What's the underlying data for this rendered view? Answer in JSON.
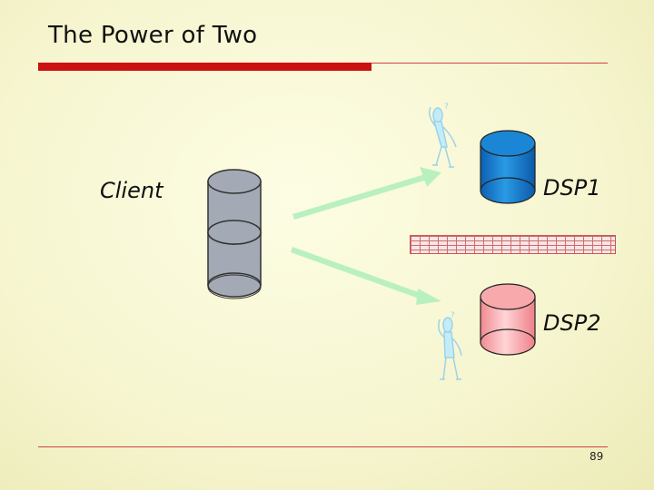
{
  "slide": {
    "title": "The Power of Two",
    "page_number": "89"
  },
  "nodes": {
    "client": "Client",
    "dsp1": "DSP1",
    "dsp2": "DSP2"
  },
  "colors": {
    "title_bar": "#cc1111",
    "client_db": "#a3aab5",
    "dsp1_db": "#1b86d6",
    "dsp2_db": "#f4a3a6",
    "arrow": "#b9f0c0",
    "figure": "#bfe6f4"
  },
  "icons": [
    "database-icon",
    "firewall-icon",
    "person-icon",
    "arrow-icon"
  ]
}
